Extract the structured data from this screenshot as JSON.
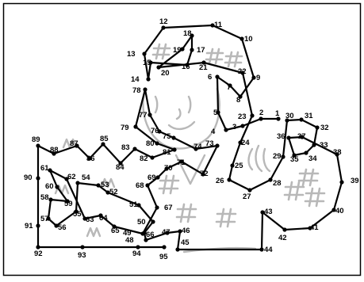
{
  "puzzle": {
    "dots": [
      {
        "n": 1
      },
      {
        "n": 2
      },
      {
        "n": 3
      },
      {
        "n": 4
      },
      {
        "n": 5
      },
      {
        "n": 6
      },
      {
        "n": 7
      },
      {
        "n": 8
      },
      {
        "n": 9
      },
      {
        "n": 10
      },
      {
        "n": 11
      },
      {
        "n": 12
      },
      {
        "n": 13
      },
      {
        "n": 14
      },
      {
        "n": 15
      },
      {
        "n": 16
      },
      {
        "n": 17
      },
      {
        "n": 18
      },
      {
        "n": 19
      },
      {
        "n": 20
      },
      {
        "n": 21
      },
      {
        "n": 22
      },
      {
        "n": 23
      },
      {
        "n": 24
      },
      {
        "n": 25
      },
      {
        "n": 26
      },
      {
        "n": 27
      },
      {
        "n": 28
      },
      {
        "n": 29
      },
      {
        "n": 30
      },
      {
        "n": 31
      },
      {
        "n": 32
      },
      {
        "n": 33
      },
      {
        "n": 34
      },
      {
        "n": 35
      },
      {
        "n": 36
      },
      {
        "n": 37
      },
      {
        "n": 38
      },
      {
        "n": 39
      },
      {
        "n": 40
      },
      {
        "n": 41
      },
      {
        "n": 42
      },
      {
        "n": 43
      },
      {
        "n": 44
      },
      {
        "n": 45
      },
      {
        "n": 46
      },
      {
        "n": 47
      },
      {
        "n": 48
      },
      {
        "n": 49
      },
      {
        "n": 50
      },
      {
        "n": 51
      },
      {
        "n": 52
      },
      {
        "n": 53
      },
      {
        "n": 54
      },
      {
        "n": 55
      },
      {
        "n": 56
      },
      {
        "n": 57
      },
      {
        "n": 58
      },
      {
        "n": 59
      },
      {
        "n": 60
      },
      {
        "n": 61
      },
      {
        "n": 62
      },
      {
        "n": 63
      },
      {
        "n": 64
      },
      {
        "n": 65
      },
      {
        "n": 66
      },
      {
        "n": 67
      },
      {
        "n": 68
      },
      {
        "n": 69
      },
      {
        "n": 70
      },
      {
        "n": 71
      },
      {
        "n": 72
      },
      {
        "n": 73
      },
      {
        "n": 74
      },
      {
        "n": 75
      },
      {
        "n": 76
      },
      {
        "n": 77
      },
      {
        "n": 78
      },
      {
        "n": 79
      },
      {
        "n": 80
      },
      {
        "n": 81
      },
      {
        "n": 82
      },
      {
        "n": 83
      },
      {
        "n": 84
      },
      {
        "n": 85
      },
      {
        "n": 86
      },
      {
        "n": 87
      },
      {
        "n": 88
      },
      {
        "n": 89
      },
      {
        "n": 90
      },
      {
        "n": 91
      },
      {
        "n": 92
      },
      {
        "n": 93
      },
      {
        "n": 94
      },
      {
        "n": 95
      }
    ]
  }
}
